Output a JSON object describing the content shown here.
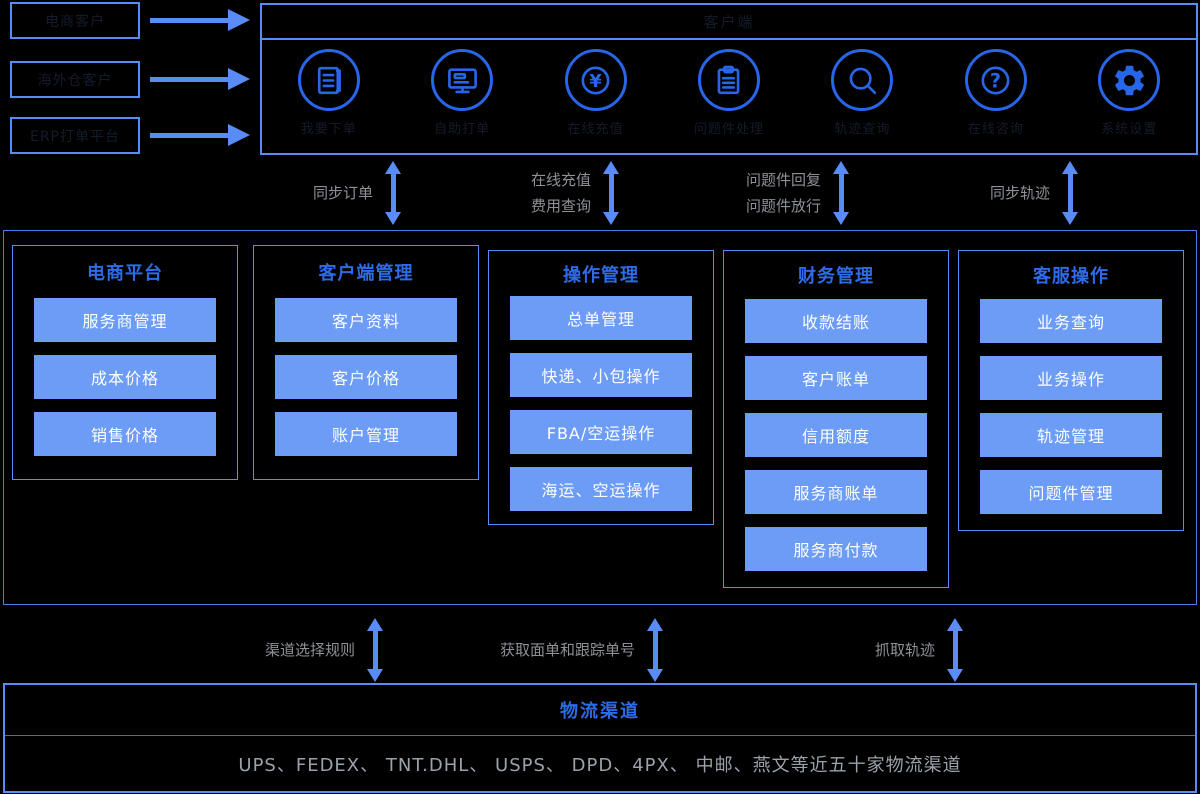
{
  "sources": {
    "boxes": [
      {
        "label": "电商客户"
      },
      {
        "label": "海外仓客户"
      },
      {
        "label": "ERP打单平台"
      }
    ]
  },
  "client_panel": {
    "title": "客户端",
    "features": [
      {
        "icon": "order-form-icon",
        "label": "我要下单"
      },
      {
        "icon": "monitor-icon",
        "label": "自助打单"
      },
      {
        "icon": "yuan-icon",
        "label": "在线充值"
      },
      {
        "icon": "clipboard-icon",
        "label": "问题件处理"
      },
      {
        "icon": "search-icon",
        "label": "轨迹查询"
      },
      {
        "icon": "question-icon",
        "label": "在线咨询"
      },
      {
        "icon": "gear-icon",
        "label": "系统设置"
      }
    ]
  },
  "sync_links_top": [
    {
      "lines": [
        "同步订单"
      ]
    },
    {
      "lines": [
        "在线充值",
        "费用查询"
      ]
    },
    {
      "lines": [
        "问题件回复",
        "问题件放行"
      ]
    },
    {
      "lines": [
        "同步轨迹"
      ]
    }
  ],
  "modules": [
    {
      "title": "电商平台",
      "items": [
        "服务商管理",
        "成本价格",
        "销售价格"
      ]
    },
    {
      "title": "客户端管理",
      "items": [
        "客户资料",
        "客户价格",
        "账户管理"
      ]
    },
    {
      "title": "操作管理",
      "items": [
        "总单管理",
        "快递、小包操作",
        "FBA/空运操作",
        "海运、空运操作"
      ]
    },
    {
      "title": "财务管理",
      "items": [
        "收款结账",
        "客户账单",
        "信用额度",
        "服务商账单",
        "服务商付款"
      ]
    },
    {
      "title": "客服操作",
      "items": [
        "业务查询",
        "业务操作",
        "轨迹管理",
        "问题件管理"
      ]
    }
  ],
  "sync_links_bottom": [
    {
      "label": "渠道选择规则"
    },
    {
      "label": "获取面单和跟踪单号"
    },
    {
      "label": "抓取轨迹"
    }
  ],
  "channels_panel": {
    "title": "物流渠道",
    "list": "UPS、FEDEX、 TNT.DHL、 USPS、 DPD、4PX、 中邮、燕文等近五十家物流渠道"
  },
  "colors": {
    "background": "#000000",
    "icon_blue": "#2766e8",
    "border_blue": "#5a8cf8",
    "button_blue": "#6c9cf6",
    "title_blue": "#2e6be6",
    "label_gray": "#8d9196",
    "channels_gray": "#9aa2ab",
    "hidden_dark_text": "#141b2b"
  }
}
